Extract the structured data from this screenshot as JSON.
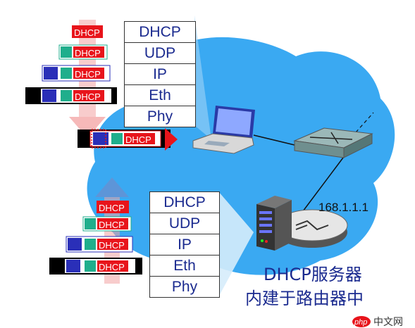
{
  "client_stack": {
    "layers": [
      "DHCP",
      "UDP",
      "IP",
      "Eth",
      "Phy"
    ]
  },
  "server_stack": {
    "layers": [
      "DHCP",
      "UDP",
      "IP",
      "Eth",
      "Phy"
    ]
  },
  "packet_label": "DHCP",
  "router_ip": "168.1.1.1",
  "caption": {
    "line1": "DHCP服务器",
    "line2": "内建于路由器中"
  },
  "watermark": {
    "badge": "php",
    "text": "中文网"
  },
  "colors": {
    "cloud": "#3aa9f2",
    "dhcp_red": "#e8141b",
    "udp_green": "#1fae8c",
    "ip_blue": "#2a2fb8",
    "text_blue": "#1a2a8f"
  }
}
